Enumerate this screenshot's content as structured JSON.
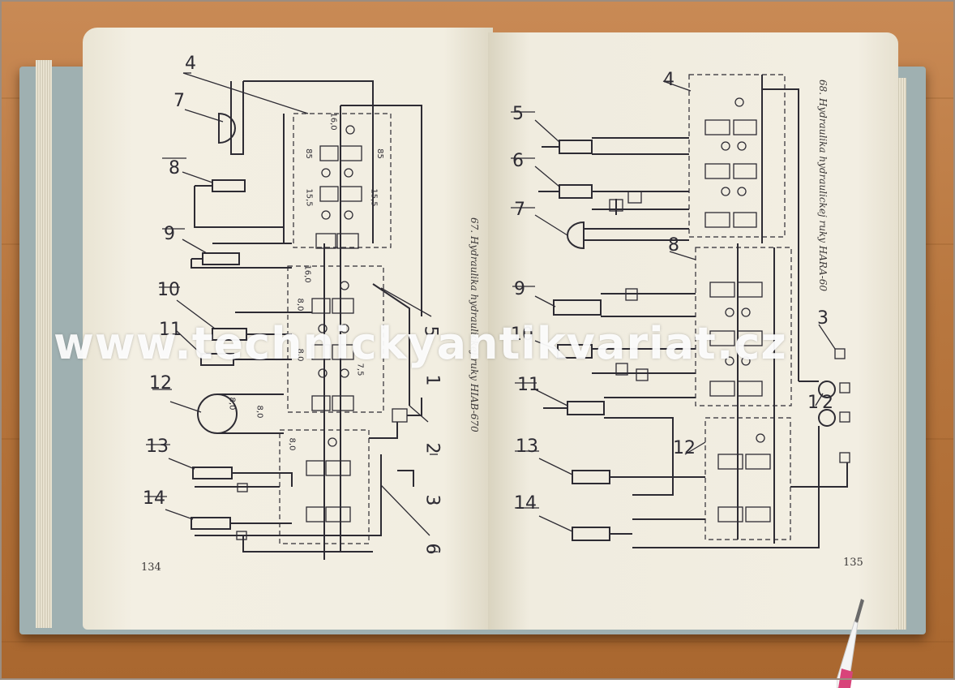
{
  "left_page": {
    "page_number": "134",
    "caption": "67. Hydraulika hydraulickej ruky HIAB-670",
    "part_labels": [
      "4",
      "7",
      "8",
      "9",
      "10",
      "11",
      "12",
      "13",
      "14",
      "5",
      "1",
      "2",
      "3",
      "6"
    ],
    "valve_values": [
      "16,0",
      "85",
      "85",
      "15,5",
      "15,5",
      "16,0",
      "8,0",
      "8,0",
      "7,5",
      "8,0",
      "8,0",
      "8,0"
    ]
  },
  "right_page": {
    "page_number": "135",
    "caption": "68. Hydraulika hydraulickej ruky HARA-60",
    "part_labels": [
      "4",
      "5",
      "6",
      "7",
      "8",
      "9",
      "10",
      "11",
      "13",
      "14",
      "12",
      "1",
      "2",
      "3"
    ]
  },
  "watermark": "www.technickyantikvariat.cz",
  "colors": {
    "paper": "#f1ede0",
    "ink": "#2d2b33",
    "cover": "#9fb0b1",
    "wood": "#b8773f",
    "watermark": "#ffffff"
  },
  "icons": {
    "pen": "pen-icon"
  }
}
